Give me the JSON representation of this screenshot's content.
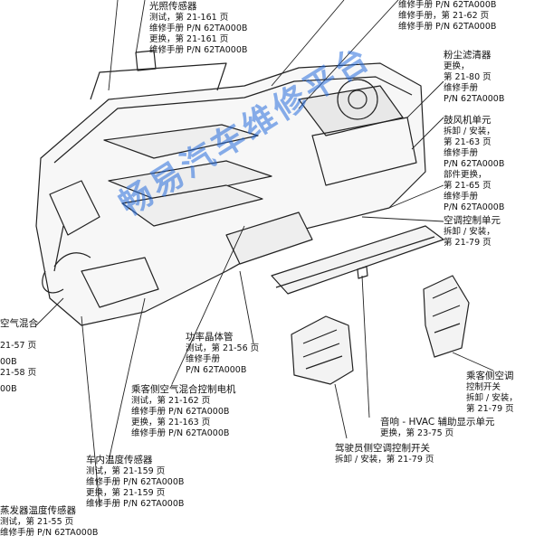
{
  "watermark": "畅易汽车维修平台",
  "labels": {
    "light_sensor": {
      "title": "光照传感器",
      "lines": [
        "测试，第 21-161 页",
        "维修手册 P/N 62TA000B",
        "更换，第 21-161 页",
        "维修手册 P/N 62TA000B"
      ]
    },
    "top_right": {
      "lines": [
        "维修手册 P/N 62TA000B",
        "维修手册，第 21-62 页",
        "维修手册 P/N 62TA000B"
      ]
    },
    "dust_filter": {
      "title": "粉尘滤清器",
      "lines": [
        "更换，",
        "第 21-80 页",
        "维修手册",
        "P/N 62TA000B"
      ]
    },
    "blower": {
      "title": "鼓风机单元",
      "lines": [
        "拆卸 / 安装，",
        "第 21-63 页",
        "维修手册",
        "P/N 62TA000B",
        "部件更换，",
        "第 21-65 页",
        "维修手册",
        "P/N 62TA000B"
      ]
    },
    "ac_control": {
      "title": "空调控制单元",
      "lines": [
        "拆卸 / 安装，",
        "第 21-79 页"
      ]
    },
    "left_mix": {
      "title": "空气混合",
      "lines": [
        "21-57 页",
        "00B",
        "21-58 页",
        "00B"
      ]
    },
    "power_transistor": {
      "title": "功率晶体管",
      "lines": [
        "测试，第 21-56 页",
        "维修手册",
        "P/N 62TA000B"
      ]
    },
    "passenger_mix_motor": {
      "title": "乘客侧空气混合控制电机",
      "lines": [
        "测试，第 21-162 页",
        "维修手册 P/N 62TA000B",
        "更换，第 21-163 页",
        "维修手册 P/N 62TA000B"
      ]
    },
    "passenger_switch": {
      "title": "乘客侧空调",
      "lines": [
        "控制开关",
        "拆卸 / 安装，",
        "第 21-79 页"
      ]
    },
    "audio_hvac": {
      "title": "音响 - HVAC 辅助显示单元",
      "lines": [
        "更换，第 23-75 页"
      ]
    },
    "driver_switch": {
      "title": "驾驶员侧空调控制开关",
      "lines": [
        "拆卸 / 安装，第 21-79 页"
      ]
    },
    "cabin_temp": {
      "title": "车内温度传感器",
      "lines": [
        "测试，第 21-159 页",
        "维修手册 P/N 62TA000B",
        "更换，第 21-159 页",
        "维修手册 P/N 62TA000B"
      ]
    },
    "evap_temp": {
      "title": "蒸发器温度传感器",
      "lines": [
        "测试，第 21-55 页",
        "维修手册 P/N 62TA000B"
      ]
    }
  }
}
